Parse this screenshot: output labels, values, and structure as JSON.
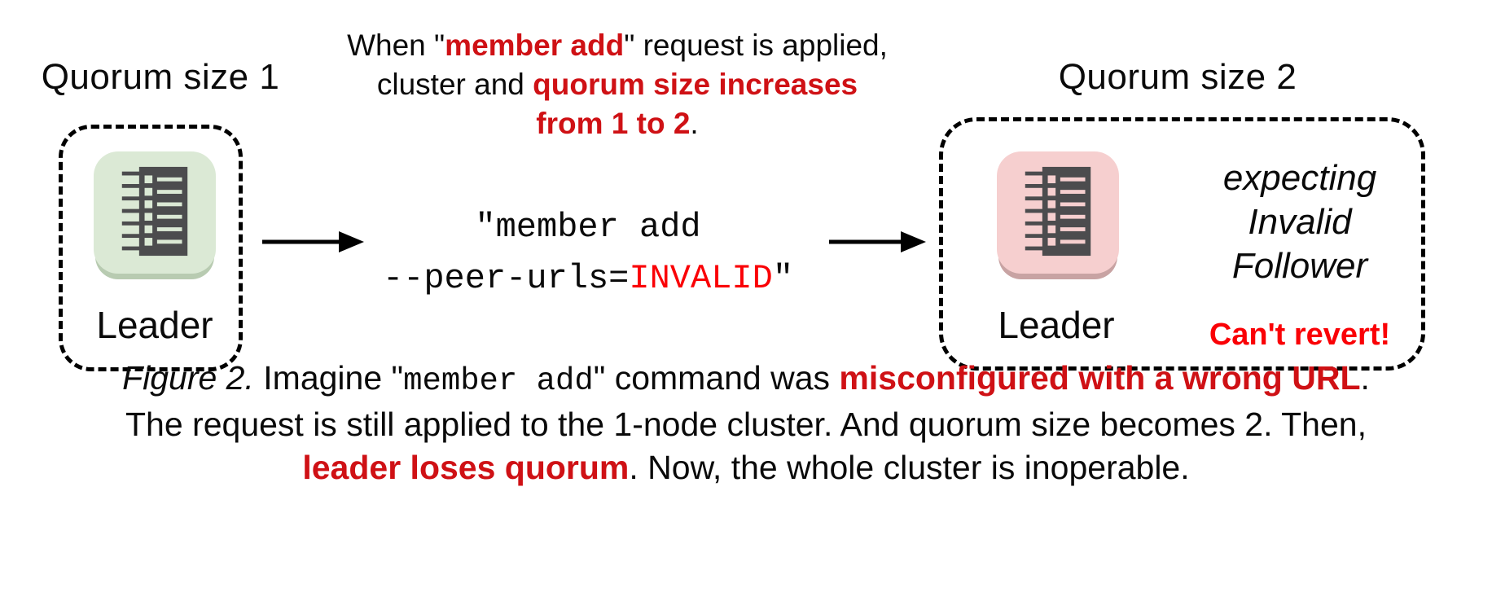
{
  "colors": {
    "red": "#cf1115",
    "bright-red": "#fa0106",
    "tile-green": "#dbe9d5",
    "tile-green-edge": "#b8cbb1",
    "tile-pink": "#f6cfcf",
    "tile-pink-edge": "#c8a3a3",
    "dark": "#4c4c4e"
  },
  "left_cluster": {
    "title": "Quorum size 1",
    "node_label": "Leader"
  },
  "top_note": {
    "line1_prefix": "When \"",
    "line1_red": "member add",
    "line1_suffix": "\" request is applied,",
    "line2_prefix": "cluster and ",
    "line2_red": "quorum size increases",
    "line3_red": "from 1 to 2",
    "line3_suffix": "."
  },
  "command": {
    "line1": "\"member add",
    "line2_prefix": "--peer-urls=",
    "line2_red": "INVALID",
    "line2_suffix": "\""
  },
  "right_cluster": {
    "title": "Quorum size 2",
    "node_label": "Leader",
    "expecting_lines": [
      "expecting",
      "Invalid",
      "Follower"
    ],
    "warning": "Can't revert!"
  },
  "caption": {
    "figure_label": "Figure 2.",
    "l1_a": " Imagine \"",
    "l1_code": "member add",
    "l1_b": "\" command was ",
    "l1_red": "misconfigured with a wrong URL",
    "l1_c": ".",
    "line2": "The request is still applied to the 1-node cluster. And quorum size becomes 2. Then,",
    "l3_red": "leader loses quorum",
    "l3_rest": ". Now, the whole cluster is inoperable."
  }
}
